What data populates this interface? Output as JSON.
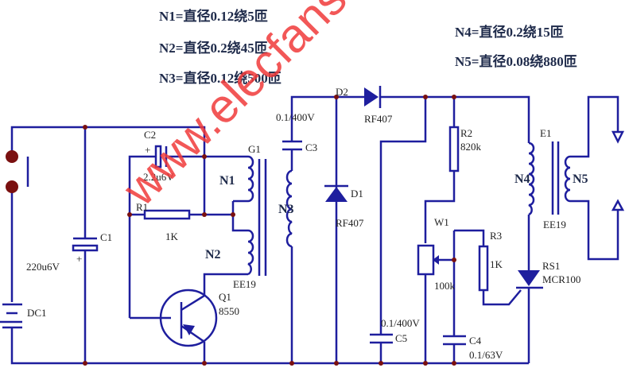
{
  "notes": {
    "n1": "N1=直径0.12绕5匝",
    "n2": "N2=直径0.2绕45匝",
    "n3": "N3=直径0.12绕500匝",
    "n4": "N4=直径0.2绕15匝",
    "n5": "N5=直径0.08绕880匝"
  },
  "watermark": "www.elecfans.com",
  "labels": {
    "c1": "C1",
    "c1_val": "220u6V",
    "c2": "C2",
    "c2_val": "2.2u6V",
    "c3": "C3",
    "c3_val": "0.1/400V",
    "c4": "C4",
    "c4_val": "0.1/63V",
    "c5": "C5",
    "c5_val": "0.1/400V",
    "r1": "R1",
    "r1_val": "1K",
    "r2": "R2",
    "r2_val": "820k",
    "r3": "R3",
    "r3_val": "1K",
    "w1": "W1",
    "w1_val": "100k",
    "d1": "D1",
    "d1_val": "RF407",
    "d2": "D2",
    "d2_val": "RF407",
    "q1": "Q1",
    "q1_val": "8550",
    "g1": "G1",
    "g1_core": "EE19",
    "e1": "E1",
    "e1_core": "EE19",
    "rs1": "RS1",
    "rs1_val": "MCR100",
    "dc1": "DC1",
    "n1": "N1",
    "n2": "N2",
    "n3": "N3",
    "n4": "N4",
    "n5": "N5"
  },
  "colors": {
    "wire": "#1e1e9e",
    "junction": "#7a1010",
    "watermark": "#f03a3a"
  }
}
